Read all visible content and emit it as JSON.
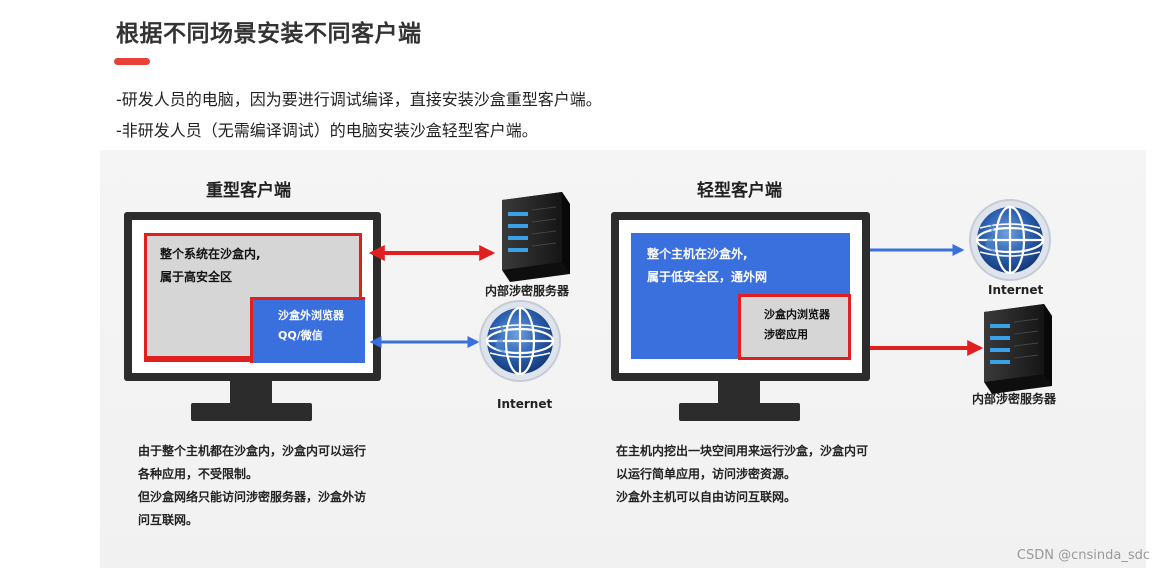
{
  "title": "根据不同场景安装不同客户端",
  "lines": [
    "-研发人员的电脑，因为要进行调试编译，直接安装沙盒重型客户端。",
    "-非研发人员（无需编译调试）的电脑安装沙盒轻型客户端。"
  ],
  "heavy": {
    "title": "重型客户端",
    "inner_box": [
      "整个系统在沙盒内,",
      "属于高安全区"
    ],
    "outside_box": [
      "沙盒外浏览器",
      "QQ/微信"
    ],
    "server_label": "内部涉密服务器",
    "internet_label": "Internet",
    "description": [
      "由于整个主机都在沙盒内，沙盒内可以运行",
      "各种应用，不受限制。",
      "但沙盒网络只能访问涉密服务器，沙盒外访",
      "问互联网。"
    ]
  },
  "light": {
    "title": "轻型客户端",
    "host_box": [
      "整个主机在沙盒外,",
      "属于低安全区，通外网"
    ],
    "sandbox_box": [
      "沙盒内浏览器",
      "涉密应用"
    ],
    "internet_label": "Internet",
    "server_label": "内部涉密服务器",
    "description": [
      "在主机内挖出一块空间用来运行沙盒，沙盒内可",
      "以运行简单应用，访问涉密资源。",
      "沙盒外主机可以自由访问互联网。"
    ]
  },
  "colors": {
    "accent_red": "#e8413a",
    "sandbox_red": "#e02020",
    "outside_blue": "#3a6fde",
    "link_red": "#e02020",
    "link_blue": "#3a6fde",
    "monitor": "#2c2c2c",
    "sandbox_gray": "#d6d6d6"
  },
  "watermark": "CSDN @cnsinda_sdc"
}
